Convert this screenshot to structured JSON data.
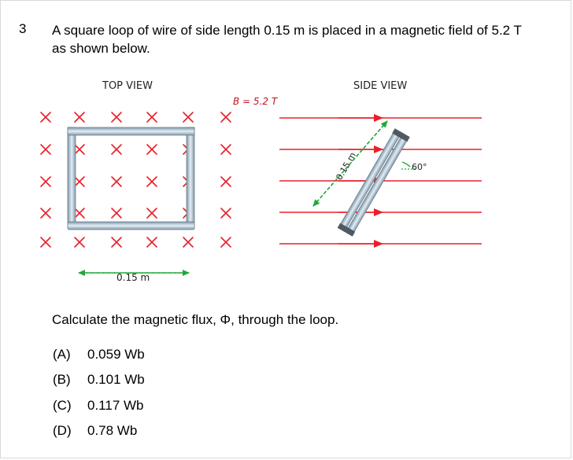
{
  "question": {
    "number": "3",
    "stem_line1": "A square loop of wire of side length 0.15 m is placed in a magnetic field of 5.2 T",
    "stem_line2": "as shown below.",
    "prompt": "Calculate the magnetic flux, Φ, through the loop."
  },
  "figure": {
    "top_view_label": "TOP VIEW",
    "side_view_label": "SIDE VIEW",
    "field_label": "B = 5.2 T",
    "top_side_label": "0.15 m",
    "side_side_label": "0.15 m",
    "angle_label": "60°"
  },
  "options": [
    {
      "letter": "(A)",
      "value": "0.059 Wb"
    },
    {
      "letter": "(B)",
      "value": "0.101 Wb"
    },
    {
      "letter": "(C)",
      "value": "0.117 Wb"
    },
    {
      "letter": "(D)",
      "value": "0.78 Wb"
    }
  ],
  "colors": {
    "field": "#e8202a",
    "loop": "#a7b9c6",
    "dims": "#1fa83a"
  }
}
